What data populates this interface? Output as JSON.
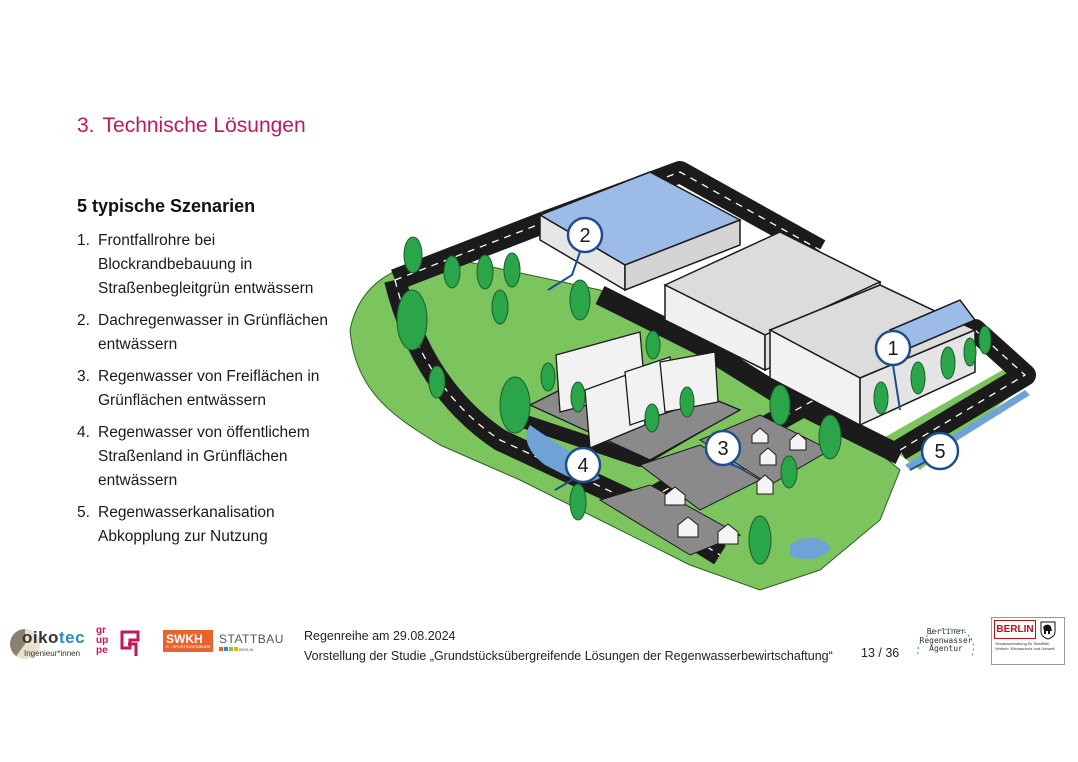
{
  "slide": {
    "section_number": "3.",
    "title": "Technische Lösungen"
  },
  "content": {
    "subtitle": "5 typische Szenarien",
    "scenarios": [
      {
        "number": "1.",
        "lines": [
          "Frontfallrohre bei",
          "Blockrandbebauung in",
          "Straßenbegleitgrün entwässern"
        ]
      },
      {
        "number": "2.",
        "lines": [
          "Dachregenwasser in Grünflächen",
          "entwässern"
        ]
      },
      {
        "number": "3.",
        "lines": [
          "Regenwasser von Freiflächen in",
          "Grünflächen entwässern"
        ]
      },
      {
        "number": "4.",
        "lines": [
          "Regenwasser von öffentlichem",
          "Straßenland in Grünflächen",
          "entwässern"
        ]
      },
      {
        "number": "5.",
        "lines": [
          "Regenwasserkanalisation",
          "Abkopplung zur Nutzung"
        ]
      }
    ]
  },
  "illustration": {
    "markers": [
      "1",
      "2",
      "3",
      "4",
      "5"
    ],
    "colors": {
      "grass": "#7cc45e",
      "road": "#1b1b1b",
      "roof_blue": "#9cbbe6",
      "water": "#6fa3d8",
      "building": "#ececec",
      "tree": "#2aa54a",
      "marker_ring": "#1e4f8c"
    }
  },
  "footer": {
    "event_line": "Regenreihe am 29.08.2024",
    "study_line": "Vorstellung der Studie „Grundstücksübergreifende Lösungen der Regenwasserbewirtschaftung“",
    "page": "13 / 36",
    "logos": {
      "oikotec_a": "oiko",
      "oikotec_b": "tec",
      "oikotec_sub": "Ingenieur*innen",
      "gruppe_lines": [
        "gr",
        "up",
        "pe"
      ],
      "swkh": "SWKH",
      "swkh_sub": "S · SPORTINGENIEURE",
      "stattbau": "STATTBAU",
      "stattbau_sub": "BERLIN",
      "bra_lines": [
        "Berliner",
        "Regenwasser",
        "Agentur"
      ],
      "berlin": "BERLIN",
      "berlin_sub": "Senatsverwaltung für Mobilität, Verkehr, Klimaschutz und Umwelt"
    }
  }
}
